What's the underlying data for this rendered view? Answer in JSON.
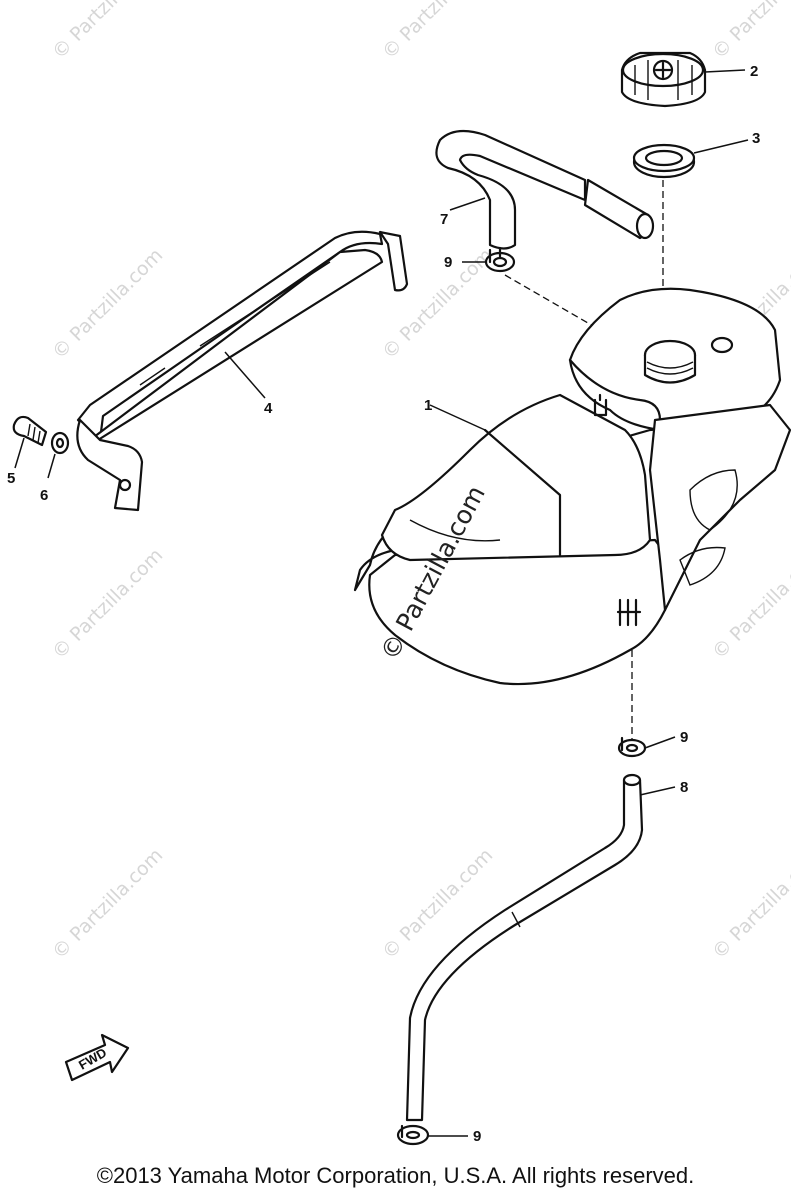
{
  "watermark": {
    "text": "© Partzilla.com"
  },
  "fwd_label": "FWD",
  "callouts": {
    "c1": "1",
    "c2": "2",
    "c3": "3",
    "c4": "4",
    "c5": "5",
    "c6": "6",
    "c7": "7",
    "c8": "8",
    "c9_top": "9",
    "c9_mid": "9",
    "c9_bottom": "9"
  },
  "footer": {
    "copyright": "©2013 Yamaha Motor Corporation, U.S.A. All rights reserved."
  }
}
